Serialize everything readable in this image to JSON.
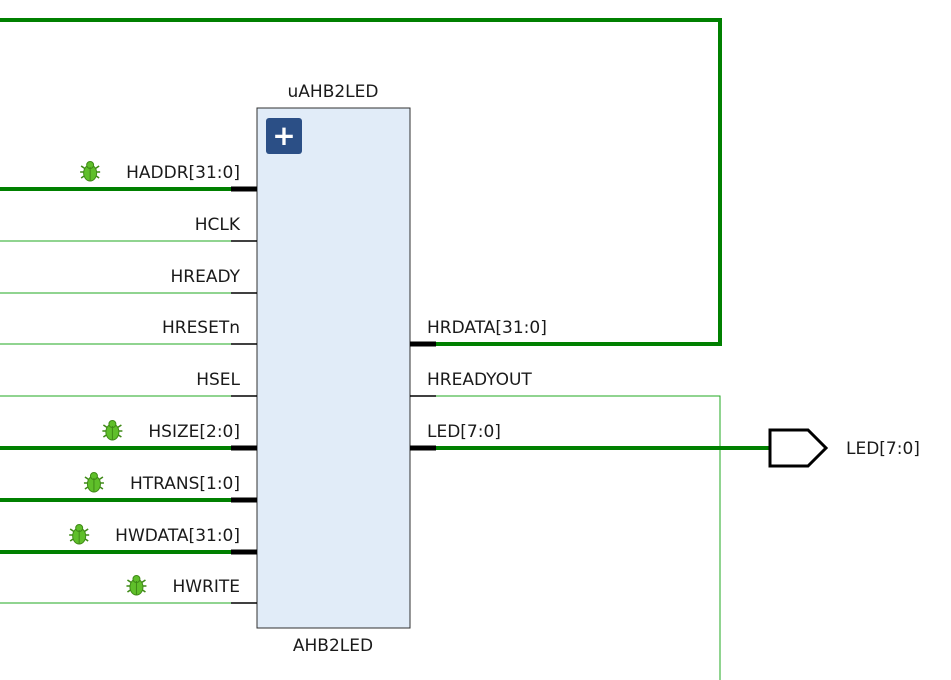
{
  "instance_name": "uAHB2LED",
  "module_name": "AHB2LED",
  "expand_symbol": "+",
  "input_ports": [
    {
      "label": "HADDR[31:0]",
      "bus": true,
      "debug": true
    },
    {
      "label": "HCLK",
      "bus": false,
      "debug": false
    },
    {
      "label": "HREADY",
      "bus": false,
      "debug": false
    },
    {
      "label": "HRESETn",
      "bus": false,
      "debug": false
    },
    {
      "label": "HSEL",
      "bus": false,
      "debug": false
    },
    {
      "label": "HSIZE[2:0]",
      "bus": true,
      "debug": true
    },
    {
      "label": "HTRANS[1:0]",
      "bus": true,
      "debug": true
    },
    {
      "label": "HWDATA[31:0]",
      "bus": true,
      "debug": true
    },
    {
      "label": "HWRITE",
      "bus": false,
      "debug": true
    }
  ],
  "output_ports": [
    {
      "label": "HRDATA[31:0]",
      "bus": true
    },
    {
      "label": "HREADYOUT",
      "bus": false
    },
    {
      "label": "LED[7:0]",
      "bus": true
    }
  ],
  "top_port": {
    "label": "LED[7:0]"
  },
  "colors": {
    "wire": "#008000",
    "block_fill": "#e1ecf8",
    "block_stroke": "#303030",
    "pin": "#000000",
    "expand_button": "#2b4f86",
    "bug_icon": "#5fbf2a"
  }
}
